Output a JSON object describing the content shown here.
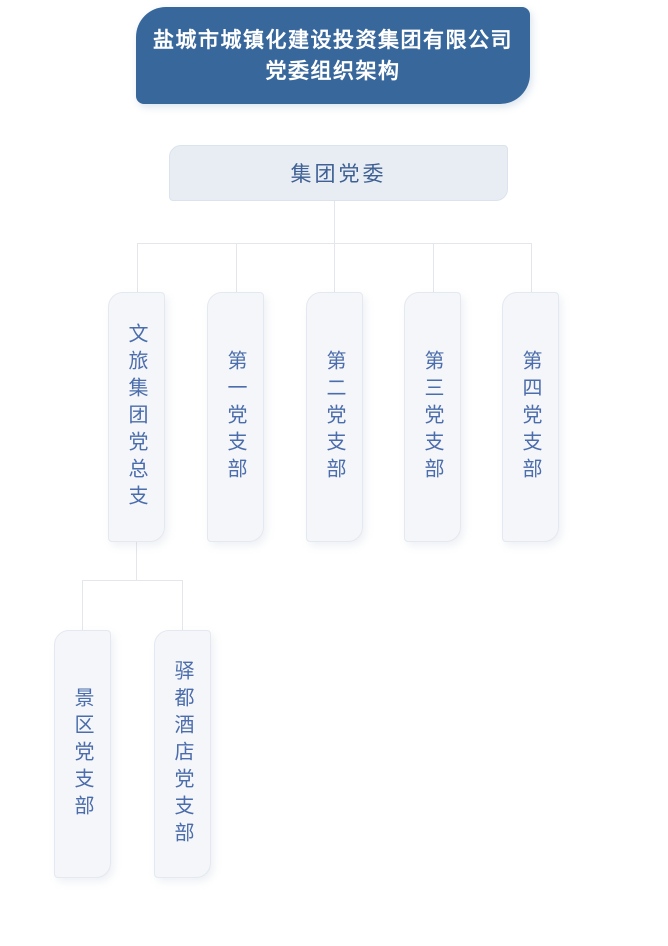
{
  "title": {
    "line1": "盐城市城镇化建设投资集团有限公司",
    "line2": "党委组织架构"
  },
  "chart_data": {
    "type": "org-tree",
    "root": {
      "label": "集团党委"
    },
    "branches": [
      {
        "label": "文旅集团党总支",
        "children": [
          {
            "label": "景区党支部"
          },
          {
            "label": "驿都酒店党支部"
          }
        ]
      },
      {
        "label": "第一党支部",
        "children": []
      },
      {
        "label": "第二党支部",
        "children": []
      },
      {
        "label": "第三党支部",
        "children": []
      },
      {
        "label": "第四党支部",
        "children": []
      }
    ]
  },
  "colors": {
    "header_bg": "#38679c",
    "header_text": "#ffffff",
    "root_box_bg": "#e8edf4",
    "root_box_border": "#dce3ed",
    "root_text": "#3e6094",
    "branch_box_bg": "#f4f6fa",
    "branch_box_border": "#e4e8f0",
    "branch_text": "#4c6dab",
    "line": "#e3e6ec",
    "canvas_bg": "#ffffff"
  }
}
